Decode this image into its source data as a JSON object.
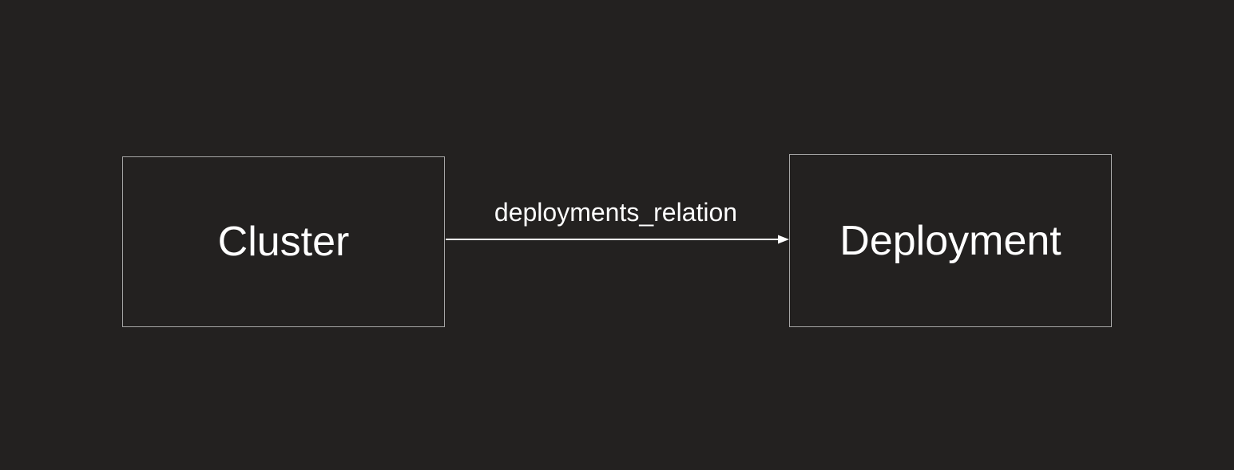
{
  "canvas": {
    "background": "#232120",
    "node_border_color": "#a6a6a6",
    "text_color": "#ffffff",
    "arrow_color": "#ffffff"
  },
  "diagram": {
    "type": "entity-relation-graph",
    "nodes": [
      {
        "label": "Cluster"
      },
      {
        "label": "Deployment"
      }
    ],
    "edges": [
      {
        "from": "Cluster",
        "to": "Deployment",
        "label": "deployments_relation",
        "arrow_direction": "right"
      }
    ]
  }
}
